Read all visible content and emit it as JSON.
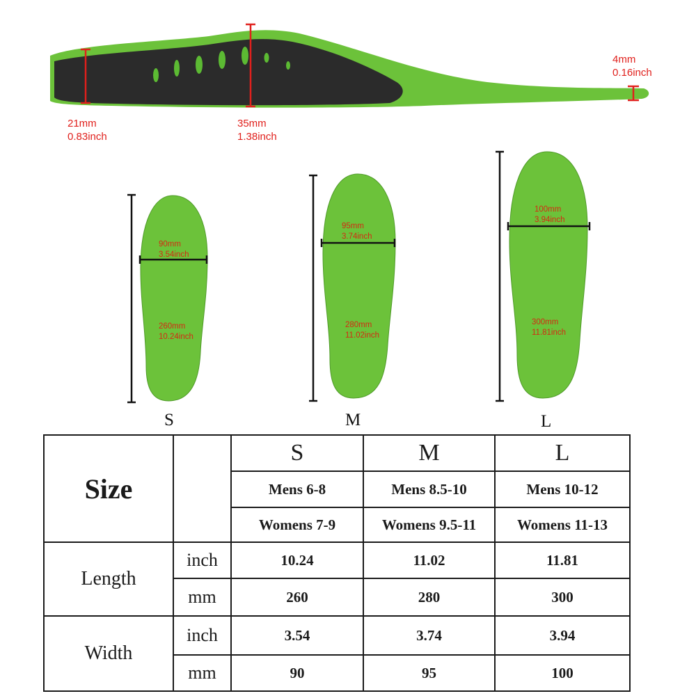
{
  "side_view": {
    "heel": {
      "mm": "21mm",
      "inch": "0.83inch"
    },
    "arch": {
      "mm": "35mm",
      "inch": "1.38inch"
    },
    "toe": {
      "mm": "4mm",
      "inch": "0.16inch"
    }
  },
  "insoles": [
    {
      "letter": "S",
      "width_mm": "90mm",
      "width_inch": "3.54inch",
      "length_mm": "260mm",
      "length_inch": "10.24inch"
    },
    {
      "letter": "M",
      "width_mm": "95mm",
      "width_inch": "3.74inch",
      "length_mm": "280mm",
      "length_inch": "11.02inch"
    },
    {
      "letter": "L",
      "width_mm": "100mm",
      "width_inch": "3.94inch",
      "length_mm": "300mm",
      "length_inch": "11.81inch"
    }
  ],
  "table": {
    "size_label": "Size",
    "columns": [
      {
        "size": "S",
        "mens": "Mens 6-8",
        "womens": "Womens 7-9",
        "length_inch": "10.24",
        "length_mm": "260",
        "width_inch": "3.54",
        "width_mm": "90"
      },
      {
        "size": "M",
        "mens": "Mens 8.5-10",
        "womens": "Womens 9.5-11",
        "length_inch": "11.02",
        "length_mm": "280",
        "width_inch": "3.74",
        "width_mm": "95"
      },
      {
        "size": "L",
        "mens": "Mens 10-12",
        "womens": "Womens 11-13",
        "length_inch": "11.81",
        "length_mm": "300",
        "width_inch": "3.94",
        "width_mm": "100"
      }
    ],
    "length_label": "Length",
    "width_label": "Width",
    "unit_inch": "inch",
    "unit_mm": "mm"
  },
  "colors": {
    "insole_green": "#6cc23a",
    "dark_base": "#2b2b2b",
    "measure_red": "#e0201c"
  }
}
